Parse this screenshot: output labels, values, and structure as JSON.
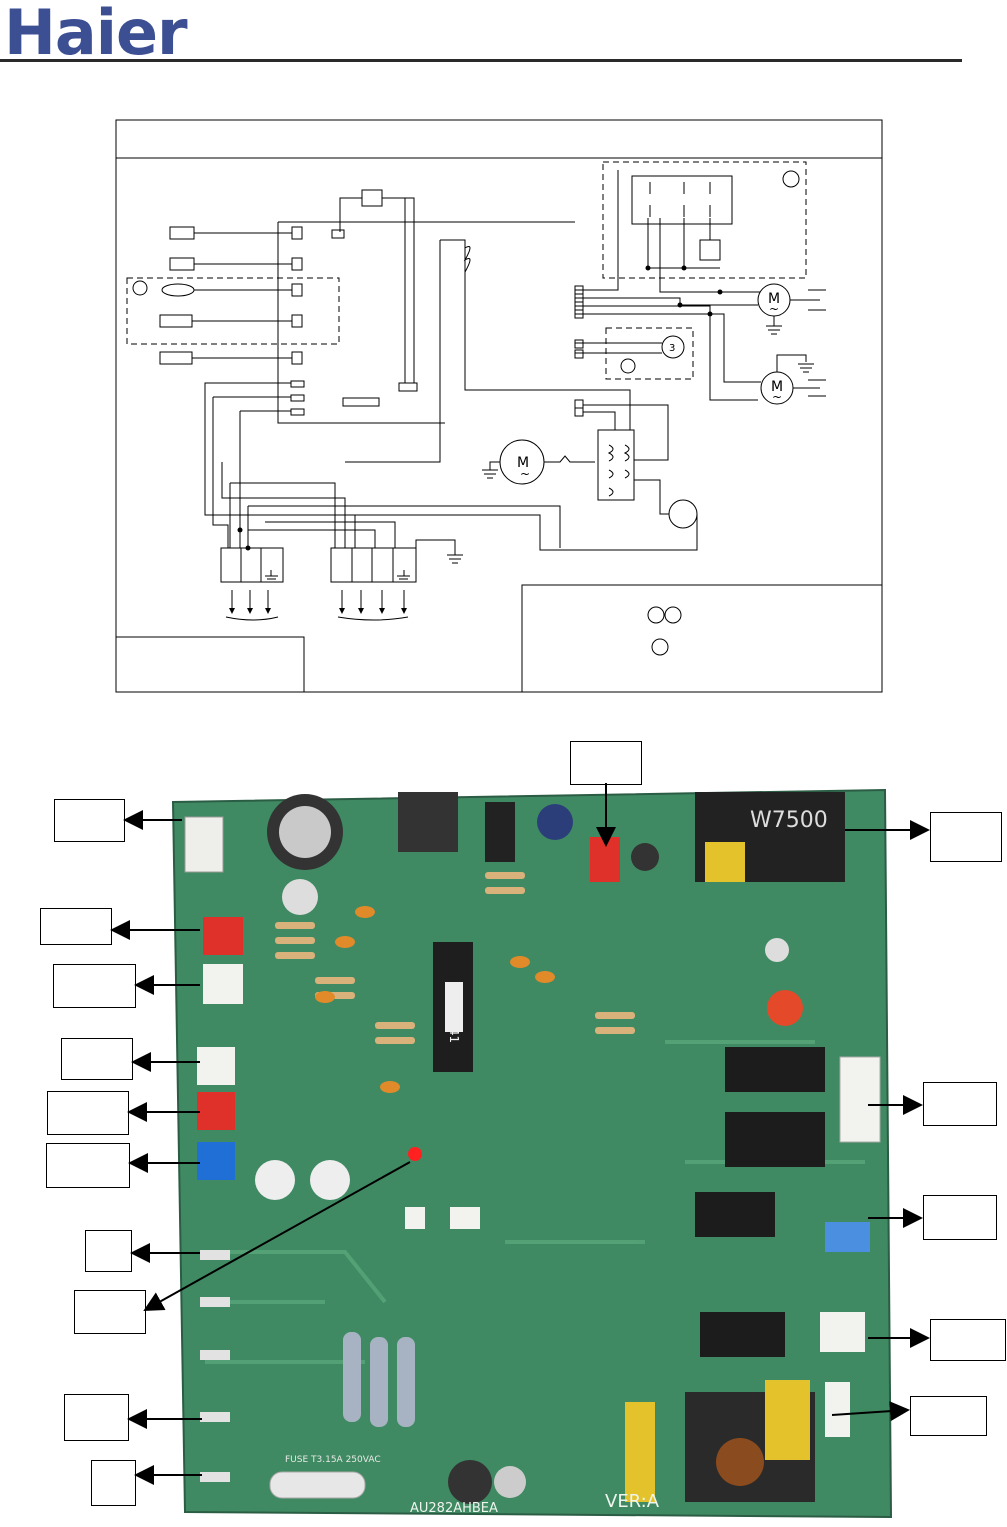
{
  "brand": {
    "logo_text": "Haier",
    "logo_color": "#3d4f93"
  },
  "board": {
    "silkscreen_model": "AU282AHBEA",
    "silkscreen_version": "VER:A",
    "silkscreen_fuse": "FUSE T3.15A 250VAC",
    "chip_label": "9A41",
    "colors": {
      "pcb": "#3f8a62",
      "connector_red": "#e0302a",
      "connector_blue": "#1f6fd6",
      "connector_white": "#f2f2ee"
    }
  }
}
